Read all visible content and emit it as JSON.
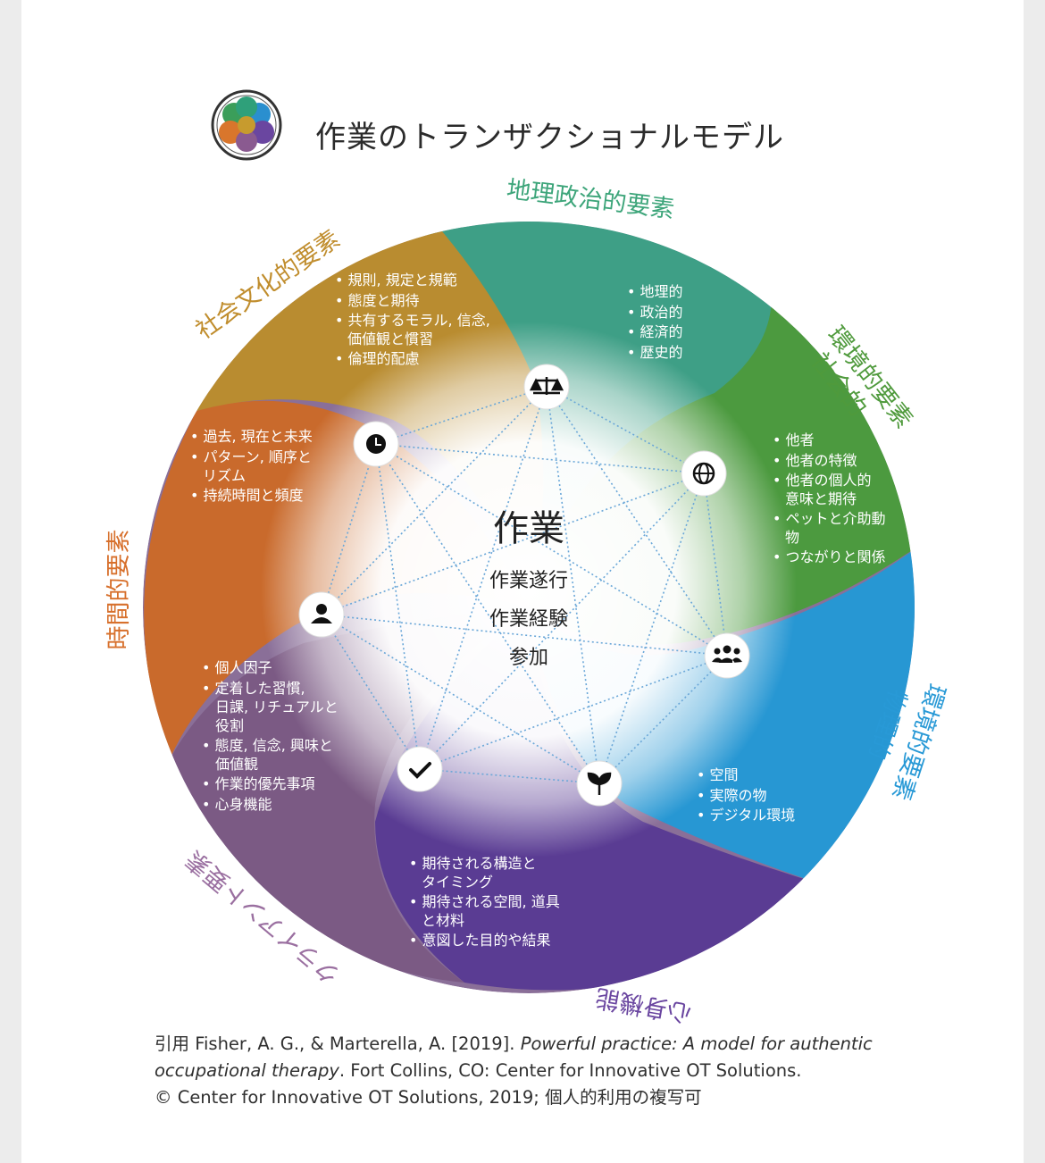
{
  "title": "作業のトランザクショナルモデル",
  "center": {
    "heading": "作業",
    "lines": [
      "作業遂行",
      "作業経験",
      "参加"
    ]
  },
  "sectors": {
    "geopolitical": {
      "label": "地理政治的要素",
      "color": "#3da57a",
      "items": [
        "地理的",
        "政治的",
        "経済的",
        "歴史的"
      ]
    },
    "sociocultural": {
      "label": "社会文化的要素",
      "color": "#c08d2d",
      "items": [
        "規則, 規定と規範",
        "態度と期待",
        "共有するモラル, 信念,",
        "価値観と慣習",
        "倫理的配慮"
      ]
    },
    "social_env": {
      "label_line1": "環境的要素",
      "label_line2": "社会的",
      "color": "#4f9a3c",
      "items": [
        "他者",
        "他者の特徴",
        "他者の個人的",
        "意味と期待",
        "ペットと介助動",
        "物",
        "つながりと関係"
      ]
    },
    "physical_env": {
      "label_line1": "環境的要素",
      "label_line2": "物理的",
      "color": "#2899d6",
      "items": [
        "空間",
        "実際の物",
        "デジタル環境"
      ]
    },
    "body_function": {
      "label": "心身機能",
      "color": "#6a46a0",
      "items": [
        "期待される構造と",
        "タイミング",
        "期待される空間, 道具",
        "と材料",
        "意図した目的や結果"
      ]
    },
    "client": {
      "label": "クライアント要素",
      "color": "#9a6fa0",
      "items": [
        "個人因子",
        "定着した習慣,",
        "日課, リチュアルと",
        "役割",
        "態度, 信念, 興味と",
        "価値観",
        "作業的優先事項",
        "心身機能"
      ]
    },
    "temporal": {
      "label": "時間的要素",
      "color": "#d7702c",
      "items": [
        "過去, 現在と未来",
        "パターン, 順序と",
        "リズム",
        "持続時間と頻度"
      ]
    }
  },
  "icons": [
    "scale-icon",
    "globe-icon",
    "group-icon",
    "sprout-icon",
    "check-icon",
    "person-icon",
    "clock-icon"
  ],
  "citation": {
    "prefix": "引用 Fisher, A. G., & Marterella, A. [2019]. ",
    "italic1": "Powerful practice: A model for authentic",
    "italic2": "occupational therapy",
    "rest": ". Fort Collins, CO: Center for Innovative OT Solutions.",
    "line3": "© Center for Innovative OT Solutions, 2019; 個人的利用の複写可"
  }
}
